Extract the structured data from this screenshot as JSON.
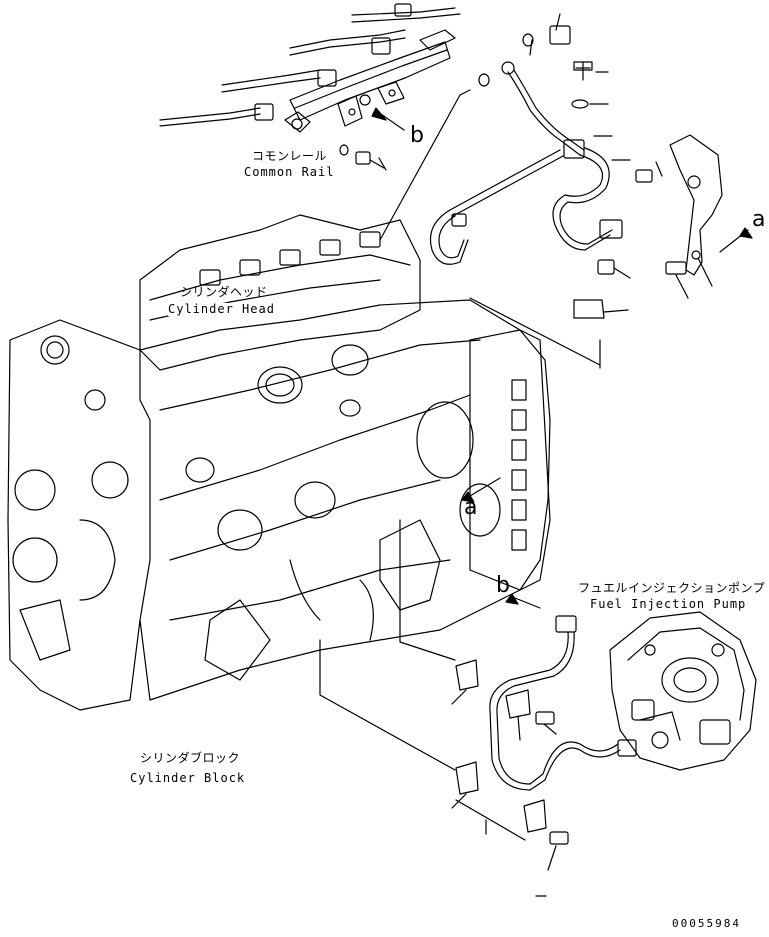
{
  "labels": {
    "common_rail_jp": "コモンレール",
    "common_rail_en": "Common Rail",
    "cylinder_head_jp": "シリンダヘッド",
    "cylinder_head_en": "Cylinder Head",
    "cylinder_block_jp": "シリンダブロック",
    "cylinder_block_en": "Cylinder Block",
    "fuel_pump_jp": "フュエルインジェクションポンプ",
    "fuel_pump_en": "Fuel Injection Pump"
  },
  "callouts": {
    "a_right": "a",
    "a_block": "a",
    "b_rail": "b",
    "b_pipe": "b"
  },
  "document_number": "00055984"
}
